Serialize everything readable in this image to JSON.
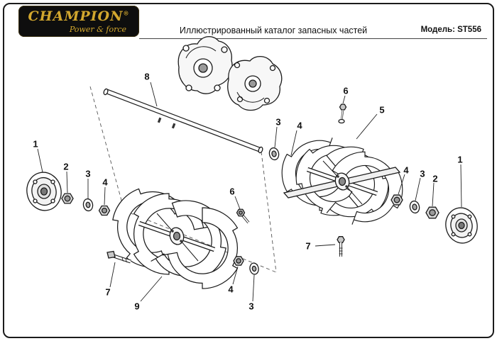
{
  "header": {
    "logo": {
      "brand": "CHAMPION",
      "registered": "®",
      "tagline": "Power & force",
      "background": "#0e0e0e",
      "gold": "#d2a72e"
    },
    "title": "Иллюстрированный каталог запасных частей",
    "model_label": "Модель: ST556"
  },
  "diagram": {
    "line_color": "#1a1a1a",
    "callouts": [
      {
        "label": "1"
      },
      {
        "label": "2"
      },
      {
        "label": "3"
      },
      {
        "label": "4"
      },
      {
        "label": "8"
      },
      {
        "label": "6"
      },
      {
        "label": "5"
      },
      {
        "label": "3"
      },
      {
        "label": "4"
      },
      {
        "label": "4"
      },
      {
        "label": "3"
      },
      {
        "label": "2"
      },
      {
        "label": "1"
      },
      {
        "label": "6"
      },
      {
        "label": "7"
      },
      {
        "label": "9"
      },
      {
        "label": "4"
      },
      {
        "label": "3"
      },
      {
        "label": "7"
      }
    ]
  }
}
